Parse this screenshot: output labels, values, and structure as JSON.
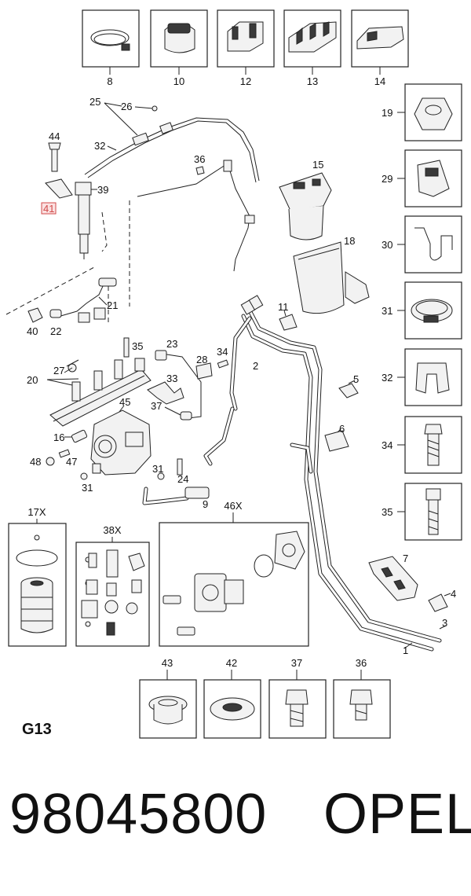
{
  "section_code": "G13",
  "footer": {
    "part_number": "98045800",
    "brand": "OPEL"
  },
  "highlight_color": "#d04a4a",
  "callouts": {
    "c8": "8",
    "c10": "10",
    "c12": "12",
    "c13": "13",
    "c14": "14",
    "c19": "19",
    "c29": "29",
    "c30": "30",
    "c31": "31",
    "c32": "32",
    "c34": "34",
    "c35": "35",
    "c25": "25",
    "c26": "26",
    "c44": "44",
    "c32b": "32",
    "c36": "36",
    "c15": "15",
    "c41": "41",
    "c39": "39",
    "c18": "18",
    "c21": "21",
    "c40": "40",
    "c22": "22",
    "c11": "11",
    "c35b": "35",
    "c23": "23",
    "c28": "28",
    "c34b": "34",
    "c2": "2",
    "c27": "27",
    "c20": "20",
    "c33": "33",
    "c5": "5",
    "c45": "45",
    "c37": "37",
    "c6": "6",
    "c16": "16",
    "c48": "48",
    "c47": "47",
    "c31b": "31",
    "c24": "24",
    "c31c": "31",
    "c9": "9",
    "c17X": "17X",
    "c38X": "38X",
    "c46X": "46X",
    "c7": "7",
    "c4": "4",
    "c3": "3",
    "c1": "1",
    "c43": "43",
    "c42": "42",
    "c37b": "37",
    "c36b": "36"
  }
}
